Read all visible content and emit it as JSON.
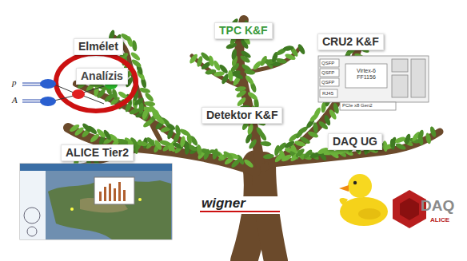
{
  "diagram": {
    "nodes": [
      {
        "text": [
          "Elmélet"
        ]
      },
      {
        "text": [
          "Analízis"
        ]
      },
      {
        "text": [
          "TPC K&F"
        ]
      },
      {
        "text": [
          "CRU2 K&F"
        ]
      },
      {
        "text": [
          "Detektor K&F"
        ]
      },
      {
        "text": [
          "DAQ UG"
        ]
      },
      {
        "text": [
          "ALICE Tier2"
        ]
      }
    ],
    "labels": [
      "p",
      "A",
      "QSFP",
      "QSFP",
      "QSFP",
      "RJ45",
      "Virtex-6 FF1156",
      "PCIe x8 Gen2",
      "wigner",
      "DAQ",
      "ALICE"
    ]
  }
}
